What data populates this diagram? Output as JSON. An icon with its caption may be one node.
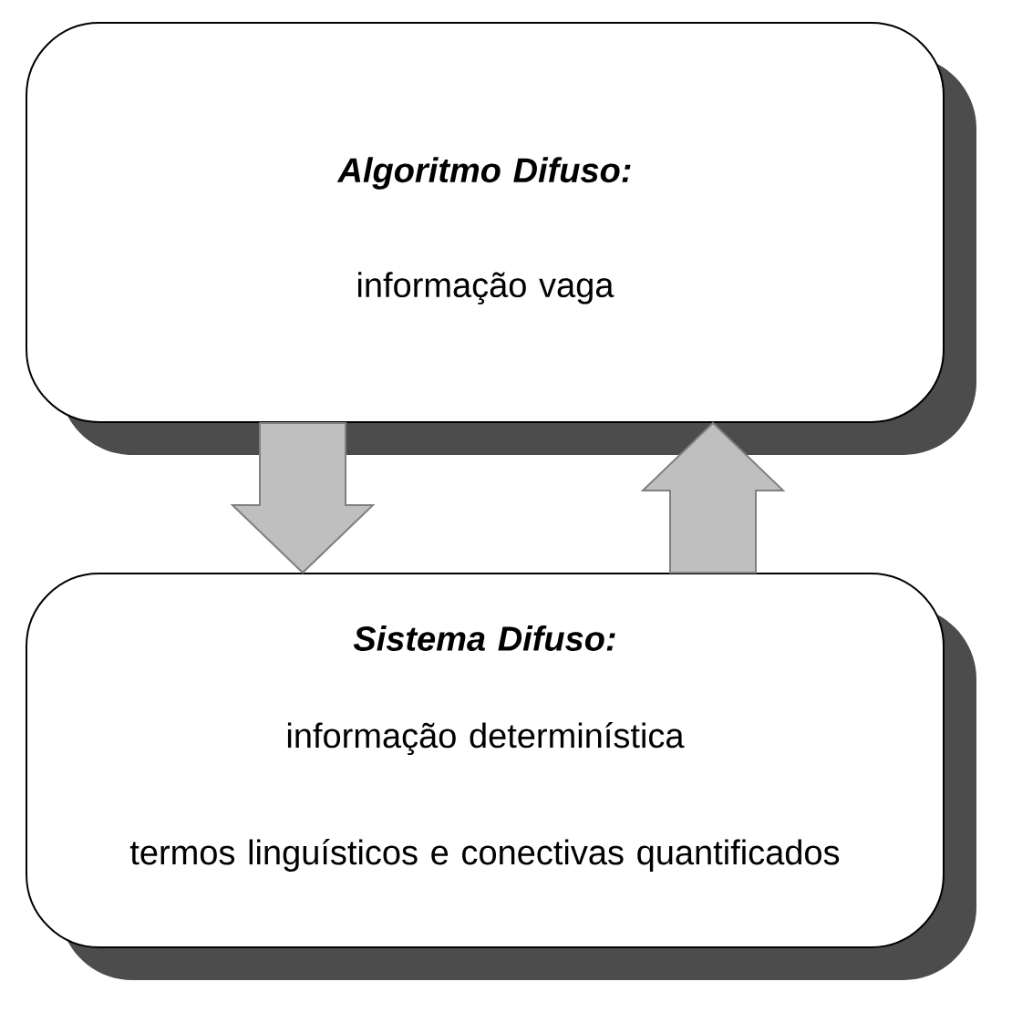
{
  "diagram": {
    "nodes": [
      {
        "text": [
          "Algoritmo Difuso:",
          "informação vaga"
        ]
      },
      {
        "text": [
          "Sistema Difuso:",
          "informação determinística",
          "termos linguísticos e conectivas quantificados"
        ]
      }
    ],
    "edges": [
      {
        "from": 0,
        "to": 1,
        "arrow": "to"
      },
      {
        "from": 1,
        "to": 0,
        "arrow": "to"
      }
    ]
  }
}
